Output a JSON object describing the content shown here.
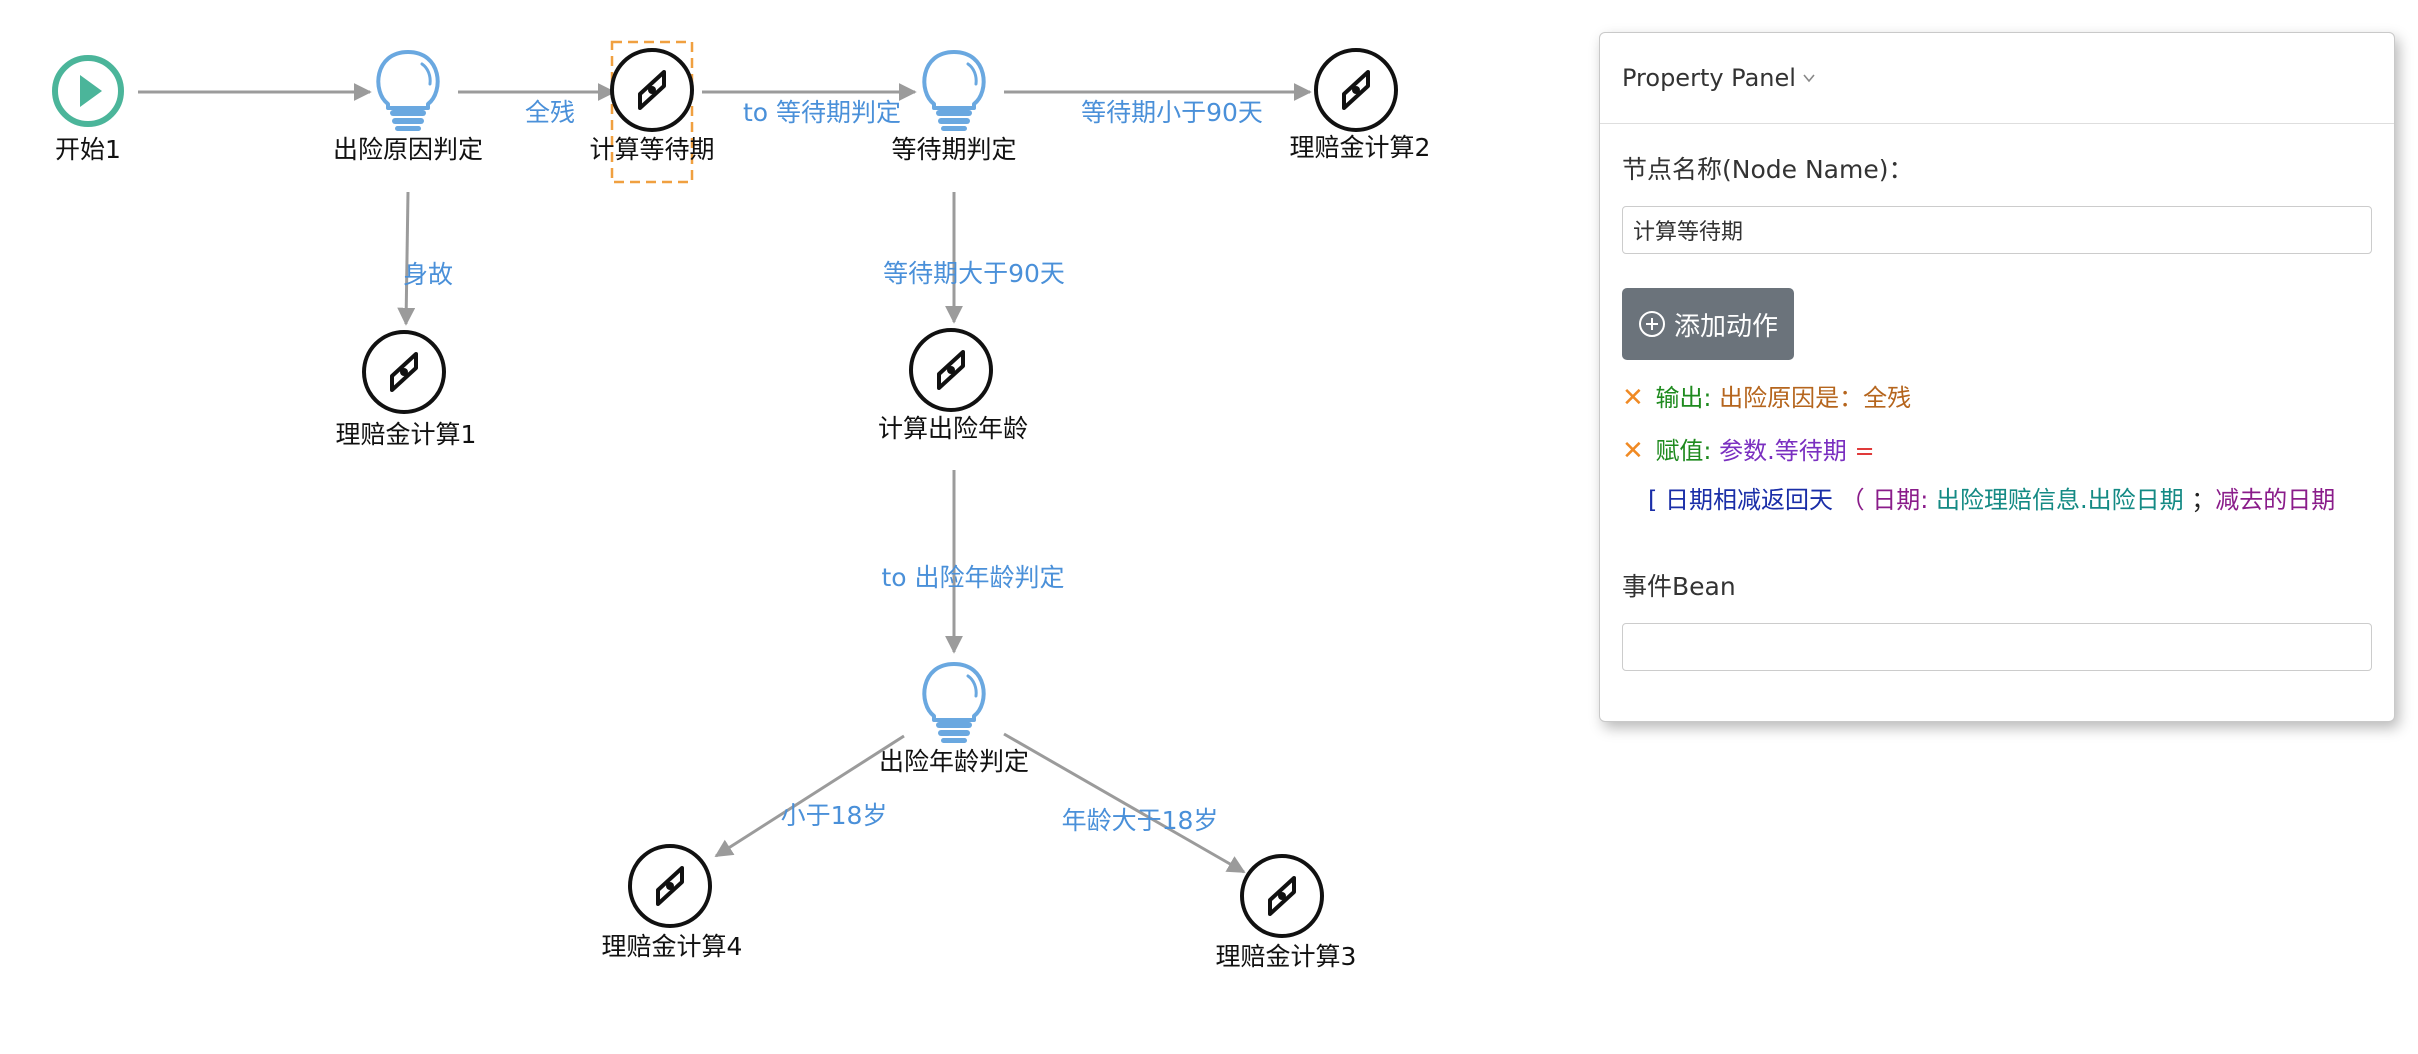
{
  "diagram": {
    "nodes": {
      "start": {
        "label": "开始1",
        "icon": "play-icon"
      },
      "cause_decision": {
        "label": "出险原因判定",
        "icon": "lightbulb-icon"
      },
      "calc_waiting": {
        "label": "计算等待期",
        "icon": "compass-icon"
      },
      "waiting_decision": {
        "label": "等待期判定",
        "icon": "lightbulb-icon"
      },
      "claim_calc2": {
        "label": "理赔金计算2",
        "icon": "compass-icon"
      },
      "claim_calc1": {
        "label": "理赔金计算1",
        "icon": "compass-icon"
      },
      "calc_age": {
        "label": "计算出险年龄",
        "icon": "compass-icon"
      },
      "age_decision": {
        "label": "出险年龄判定",
        "icon": "lightbulb-icon"
      },
      "claim_calc4": {
        "label": "理赔金计算4",
        "icon": "compass-icon"
      },
      "claim_calc3": {
        "label": "理赔金计算3",
        "icon": "compass-icon"
      }
    },
    "edges": {
      "total_disability": "全残",
      "death": "身故",
      "to_waiting_decision": "to 等待期判定",
      "waiting_lt_90": "等待期小于90天",
      "waiting_gt_90": "等待期大于90天",
      "to_age_decision": "to 出险年龄判定",
      "under_18": "小于18岁",
      "age_gt_18": "年龄大于18岁"
    }
  },
  "property_panel": {
    "title": "Property Panel",
    "node_name_label": "节点名称(Node Name)：",
    "node_name_value": "计算等待期",
    "add_action_label": "添加动作",
    "actions": [
      {
        "kind": "输出:",
        "text": "出险原因是：全残"
      },
      {
        "kind": "赋值:",
        "target": "参数.等待期",
        "op": "="
      }
    ],
    "expression": {
      "func": "[ 日期相减返回天",
      "paren": "（",
      "arg1_label": "日期:",
      "arg1_value": "出险理赔信息.出险日期",
      "sep": "；",
      "arg2_label": "减去的日期"
    },
    "event_bean_label": "事件Bean",
    "event_bean_value": ""
  },
  "colors": {
    "edge_line": "#9b9b9b",
    "edge_label": "#4a90d9",
    "start_node": "#4bb59a",
    "decision_node": "#6aa8e0",
    "selection": "#f0a040",
    "button_bg": "#6b737b",
    "delete_icon": "#f08a24"
  }
}
